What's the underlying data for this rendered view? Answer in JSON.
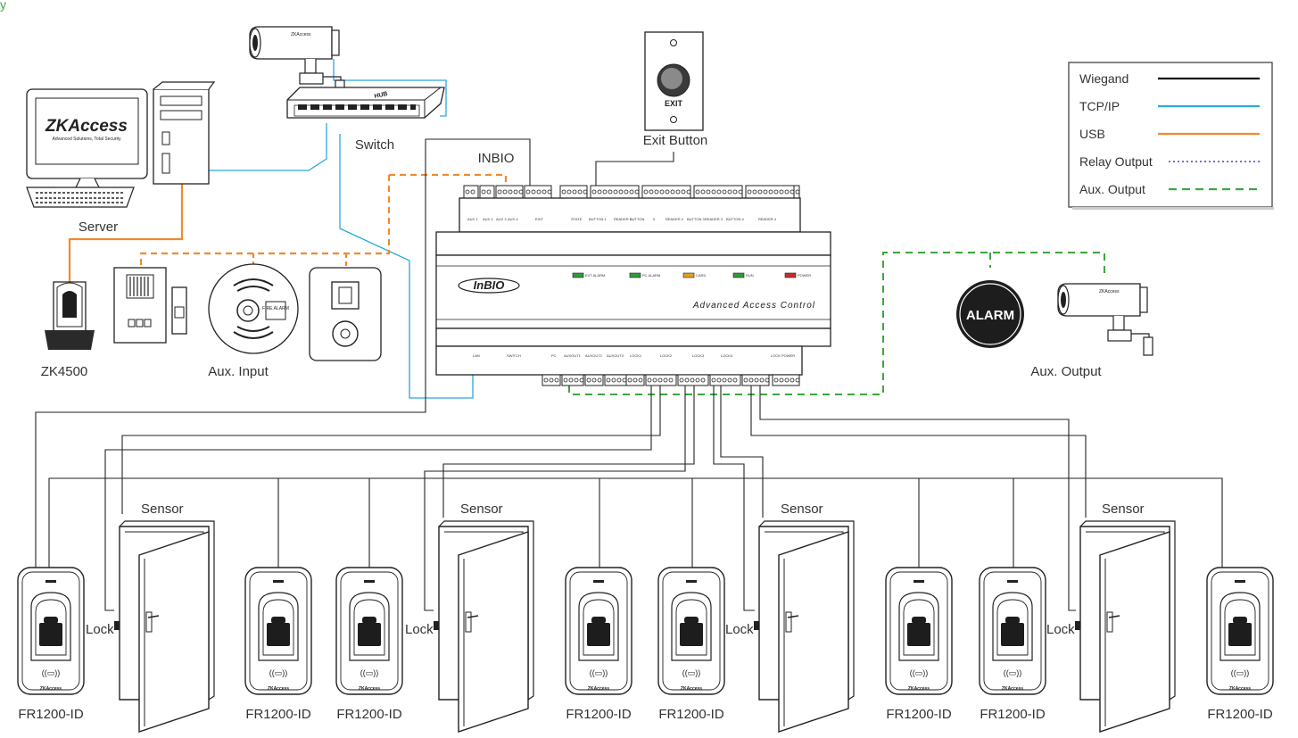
{
  "corner_mark": "y ",
  "labels": {
    "server": "Server",
    "switch": "Switch",
    "hub": "HUB",
    "exit_button": "Exit Button",
    "exit": "EXIT",
    "inbio": "INBIO",
    "zk4500": "ZK4500",
    "aux_input": "Aux. Input",
    "aux_output": "Aux.  Output",
    "alarm": "ALARM",
    "fire_alarm": "FIRE ALARM",
    "sensor": "Sensor",
    "lock": "Lock",
    "reader": "FR1200-ID",
    "reader_brand": "ZKAccess",
    "monitor_logo": "ZKAccess",
    "monitor_tagline": "Advanced Solutions, Total Security",
    "panel_brand": "InBIO",
    "panel_title": "Advanced Access Control"
  },
  "panel": {
    "top_groups": [
      "AUX 1",
      "AUX 2",
      "AUX 3",
      "AUX 4",
      "EXIT",
      "STATE",
      "BUTTON 1",
      "READER 1",
      "BUTTON",
      "0",
      "READER 2",
      "BUTTON 3",
      "READER 3",
      "BUTTON 4",
      "READER 4"
    ],
    "bottom_groups": [
      "LAN",
      "SWITCH",
      "PC",
      "AUXOUT1",
      "AUXOUT2",
      "AUXOUT3",
      "LOCK1",
      "LOCK2",
      "LOCK3",
      "LOCK4",
      "LOCK POWER"
    ],
    "leds": [
      {
        "label": "EXT ALARM",
        "color": "#2e9b3a"
      },
      {
        "label": "PC ALARM",
        "color": "#2e9b3a"
      },
      {
        "label": "CARD",
        "color": "#e0a020"
      },
      {
        "label": "RUN",
        "color": "#2e9b3a"
      },
      {
        "label": "POWER",
        "color": "#cc2a2a"
      }
    ]
  },
  "legend": [
    {
      "label": "Wiegand",
      "color": "#111111",
      "style": "solid"
    },
    {
      "label": "TCP/IP",
      "color": "#29a8df",
      "style": "solid"
    },
    {
      "label": "USB",
      "color": "#f08a2c",
      "style": "solid"
    },
    {
      "label": "Relay Output",
      "color": "#7b6fc4",
      "style": "dotted"
    },
    {
      "label": "Aux. Output",
      "color": "#3aa83a",
      "style": "dashed"
    }
  ],
  "colors": {
    "wiegand": "#111111",
    "tcpip": "#29a8df",
    "usb": "#f08a2c",
    "relay": "#7b6fc4",
    "aux": "#3aa83a"
  }
}
